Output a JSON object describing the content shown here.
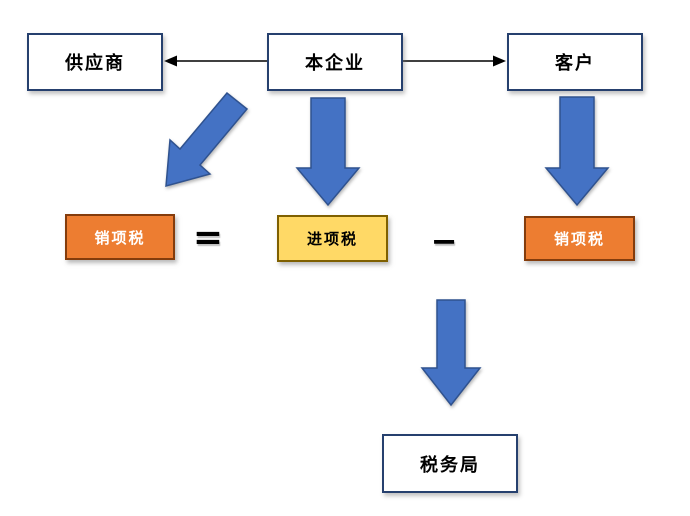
{
  "diagram": {
    "nodes": {
      "supplier": "供应商",
      "enterprise": "本企业",
      "customer": "客户",
      "tax_left": "销项税",
      "tax_middle": "进项税",
      "tax_right": "销项税",
      "tax_bureau": "税务局"
    },
    "operators": {
      "equals": "=",
      "minus": "−"
    },
    "colors": {
      "arrow_blue_fill": "#4472C4",
      "arrow_blue_border": "#2F528F",
      "orange_fill": "#ED7D31",
      "orange_border": "#843C0C",
      "yellow_fill": "#FFD966",
      "yellow_border": "#7F6000",
      "white_box_border": "#26406E",
      "connector_black": "#000000",
      "background": "#FFFFFF"
    }
  }
}
